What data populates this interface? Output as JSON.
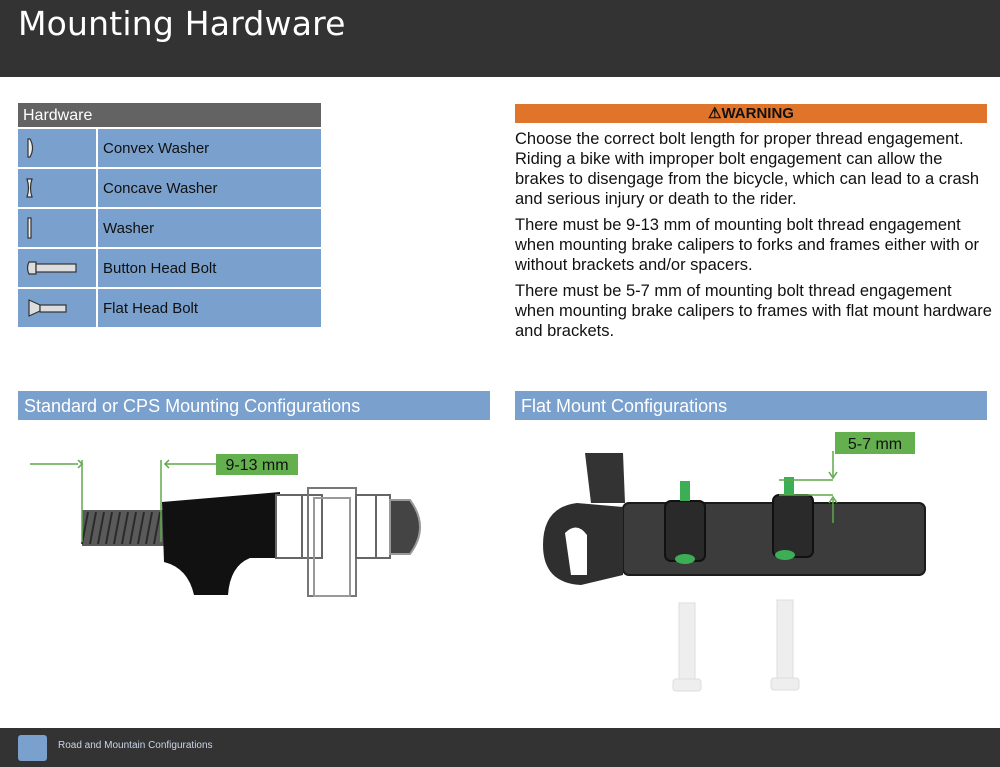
{
  "header": {
    "title": "Mounting Hardware"
  },
  "hardware": {
    "heading": "Hardware",
    "items": [
      {
        "icon": "convex-washer-icon",
        "label": "Convex Washer"
      },
      {
        "icon": "concave-washer-icon",
        "label": "Concave Washer"
      },
      {
        "icon": "washer-icon",
        "label": "Washer"
      },
      {
        "icon": "button-head-bolt-icon",
        "label": "Button Head Bolt"
      },
      {
        "icon": "flat-head-bolt-icon",
        "label": "Flat Head Bolt"
      }
    ]
  },
  "warning": {
    "title": "WARNING",
    "color": "#e0742a",
    "paragraphs": [
      "Choose the correct bolt length for proper thread engagement. Riding a bike with improper bolt engagement can allow the brakes to disengage from the bicycle, which can lead to a crash and serious injury or death to the rider.",
      "There must be 9-13 mm of mounting bolt thread engagement when mounting brake calipers to forks and frames either with or without brackets and/or spacers.",
      "There must be 5-7 mm of mounting bolt thread engagement when mounting brake calipers to frames with flat mount hardware and brackets."
    ]
  },
  "sections": {
    "standard": {
      "title": "Standard or CPS Mounting Configurations",
      "measure": "9-13 mm"
    },
    "flat": {
      "title": "Flat Mount Configurations",
      "measure": "5-7 mm"
    }
  },
  "colors": {
    "accent_blue": "#7aa0cd",
    "dark": "#333333",
    "measure_green": "#5fa84a"
  },
  "footer": {
    "label": "Road and Mountain Configurations"
  }
}
